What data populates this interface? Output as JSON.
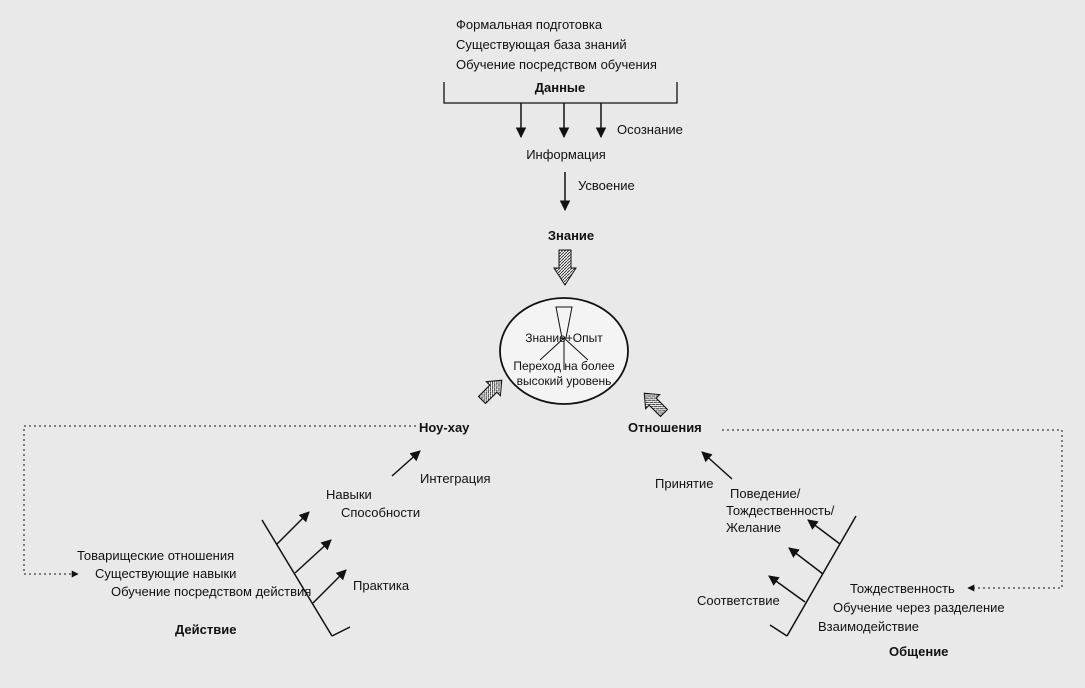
{
  "data_block": {
    "items": [
      "Формальная подготовка",
      "Существующая база знаний",
      "Обучение посредством обучения"
    ],
    "title": "Данные"
  },
  "flow": {
    "awareness": "Осознание",
    "information": "Информация",
    "assimilation": "Усвоение",
    "knowledge": "Знание"
  },
  "center": {
    "line1": "Знание+Опыт",
    "line2": "Переход на более",
    "line3": "высокий уровень"
  },
  "left": {
    "knowhow": "Ноу-хау",
    "integration": "Интеграция",
    "skills": "Навыки",
    "abilities": "Способности",
    "practice": "Практика",
    "items": [
      "Товарищеские отношения",
      "Существующие навыки",
      "Обучение посредством действия"
    ],
    "title": "Действие"
  },
  "right": {
    "relations": "Отношения",
    "acceptance": "Принятие",
    "behavior": [
      "Поведение/",
      "Тождественность/",
      "Желание"
    ],
    "conformity": "Соответствие",
    "items": [
      "Тождественность",
      "Обучение через разделение",
      "Взаимодействие"
    ],
    "title": "Общение"
  }
}
